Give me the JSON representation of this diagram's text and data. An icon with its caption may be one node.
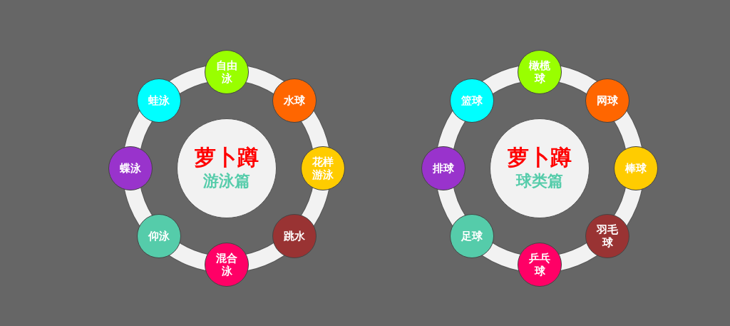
{
  "diagram": {
    "nodes": [
      {
        "text": [
          "萝卜蹲",
          "游泳篇"
        ]
      },
      {
        "text": [
          "自由泳"
        ]
      },
      {
        "text": [
          "水球"
        ]
      },
      {
        "text": [
          "花样游泳"
        ]
      },
      {
        "text": [
          "跳水"
        ]
      },
      {
        "text": [
          "混合泳"
        ]
      },
      {
        "text": [
          "仰泳"
        ]
      },
      {
        "text": [
          "蝶泳"
        ]
      },
      {
        "text": [
          "蛙泳"
        ]
      },
      {
        "text": [
          "萝卜蹲",
          "球类篇"
        ]
      },
      {
        "text": [
          "橄榄球"
        ]
      },
      {
        "text": [
          "网球"
        ]
      },
      {
        "text": [
          "棒球"
        ]
      },
      {
        "text": [
          "羽毛球"
        ]
      },
      {
        "text": [
          "乒乓球"
        ]
      },
      {
        "text": [
          "足球"
        ]
      },
      {
        "text": [
          "排球"
        ]
      },
      {
        "text": [
          "篮球"
        ]
      }
    ]
  }
}
